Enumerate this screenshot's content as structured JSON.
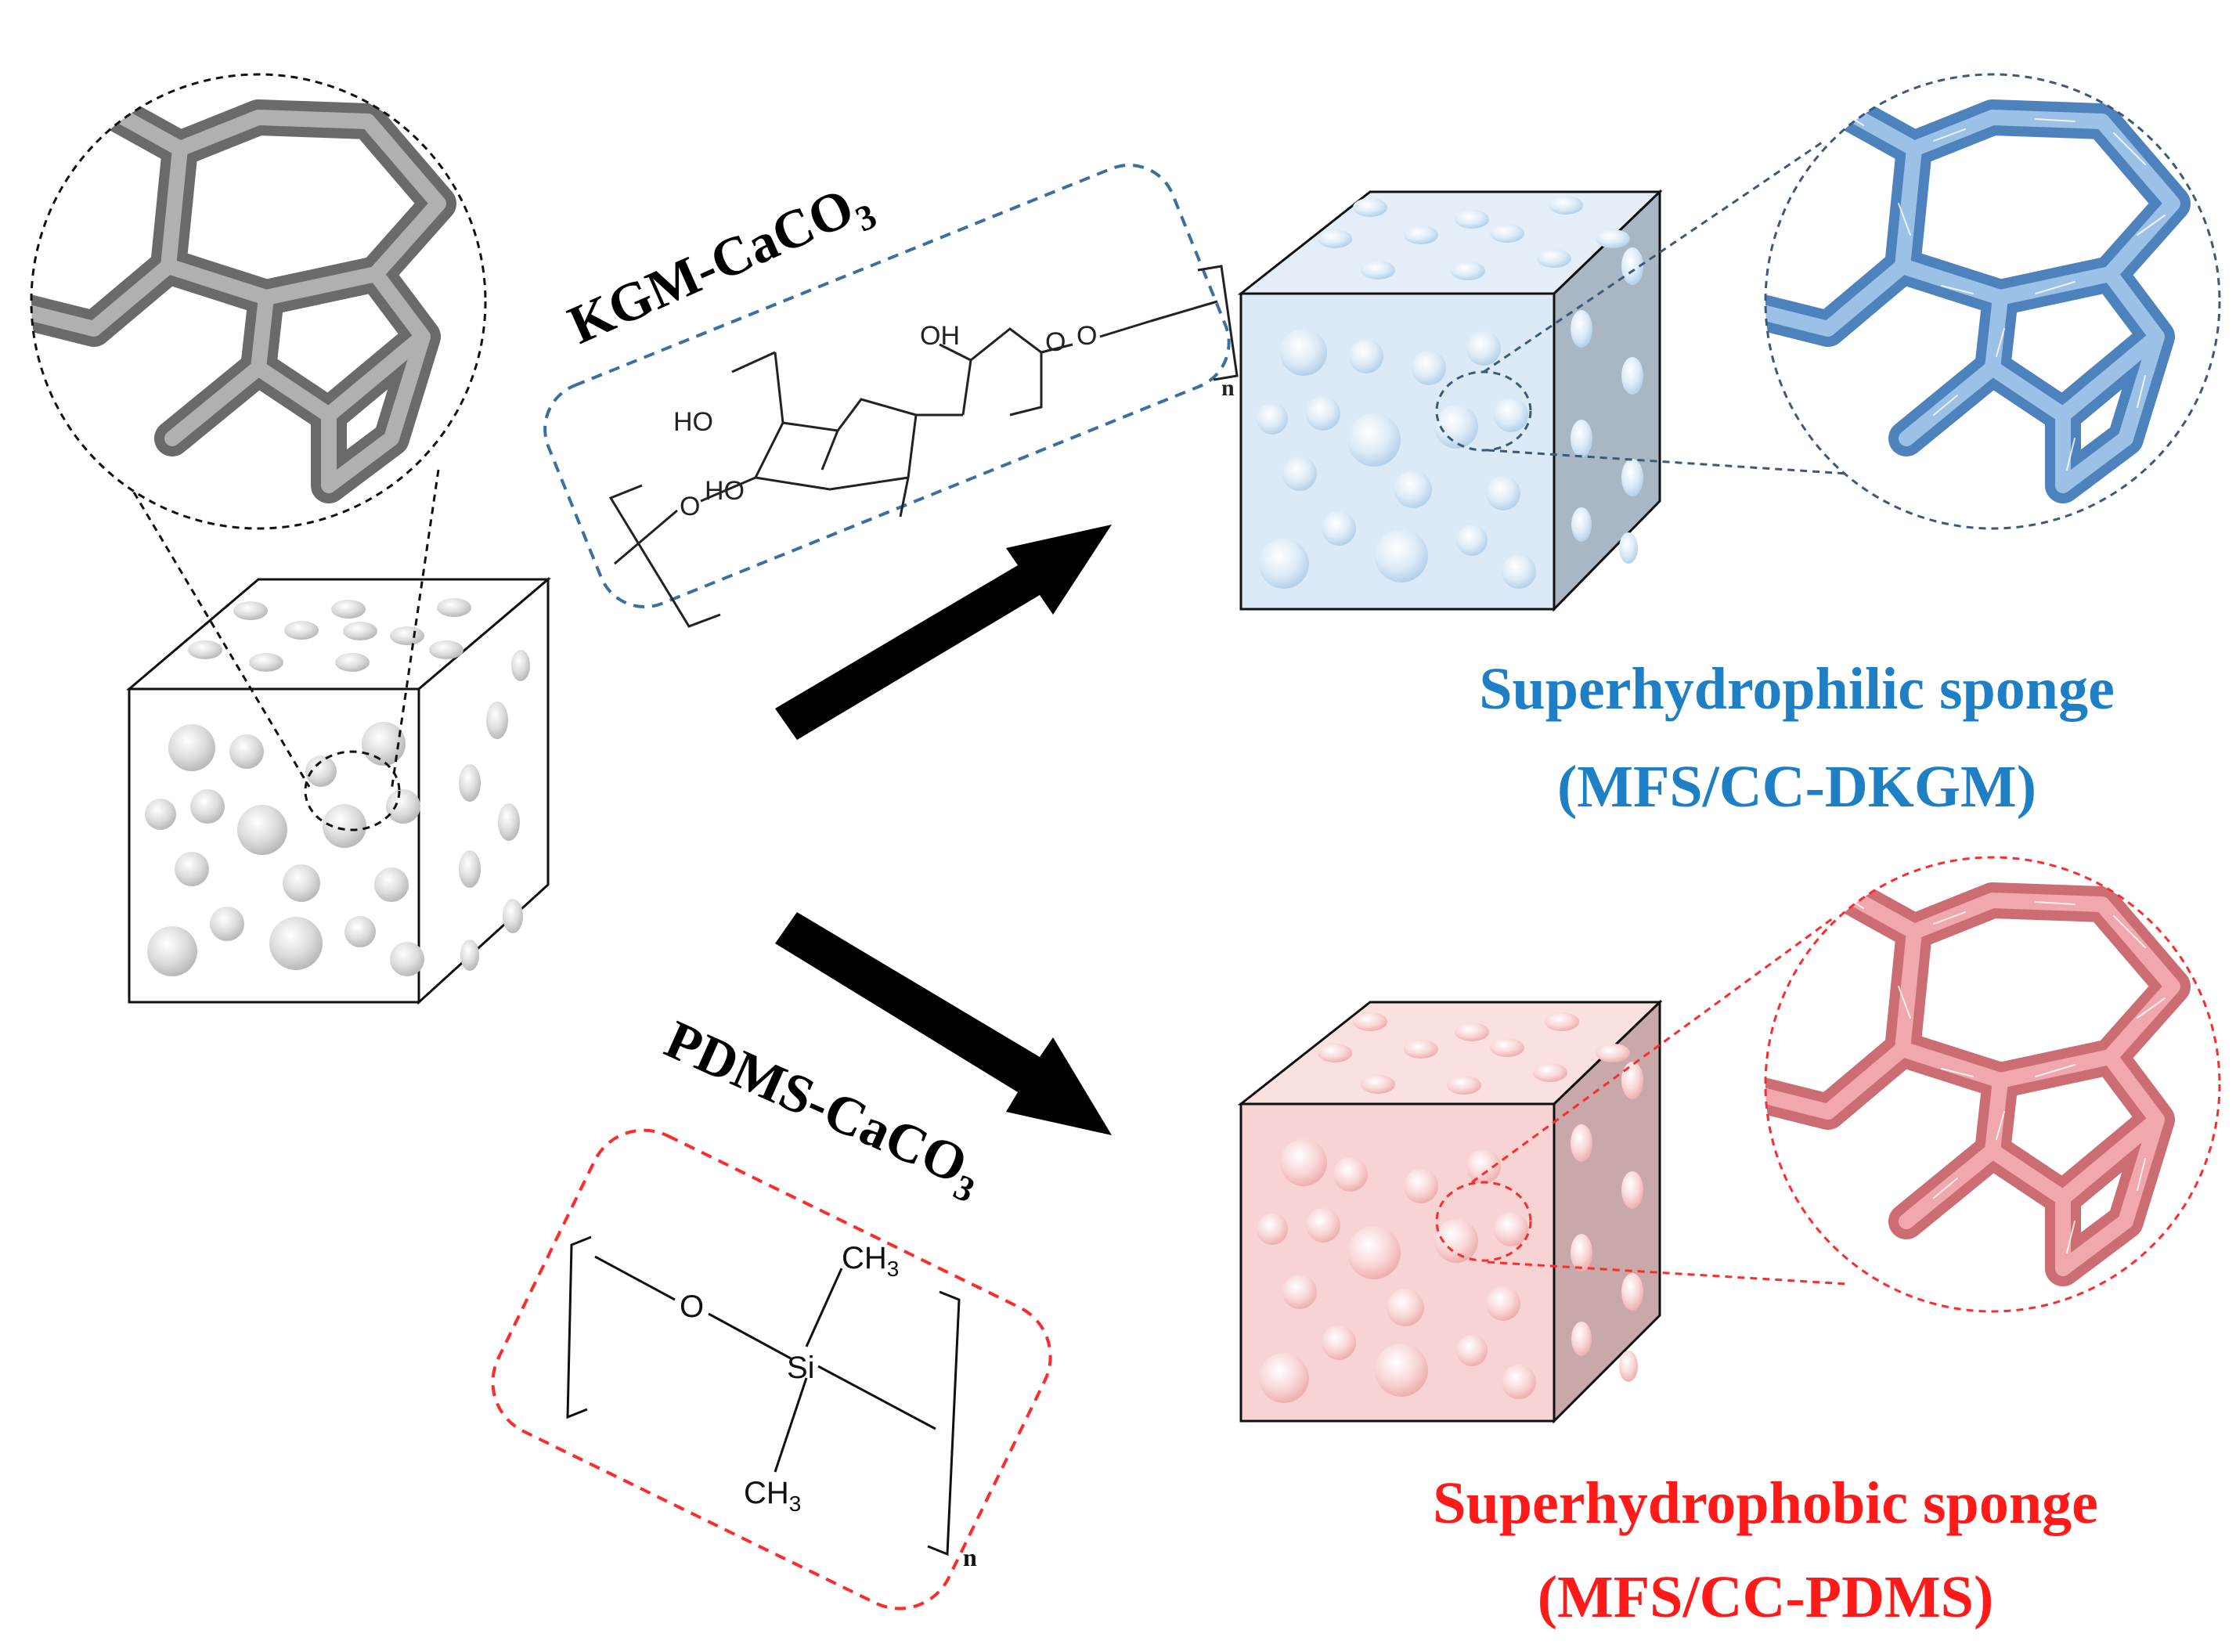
{
  "colors": {
    "hydrophilic": "#1f7fc4",
    "hydrophobic": "#ff1a1a",
    "arrow": "#000000",
    "box_blue_dash": "#3b6fa0",
    "box_red_dash": "#ff2a2a"
  },
  "reagents": {
    "top": {
      "name": "KGM-CaCO",
      "subscript": "3"
    },
    "bottom": {
      "name": "PDMS-CaCO",
      "subscript": "3"
    }
  },
  "kgm_structure": {
    "atoms": {
      "oh": "OH",
      "ho_top": "HO",
      "ho_bottom": "HO",
      "o_link_left": "O",
      "o_ring": "O",
      "o_link_right": "O"
    },
    "repeat": "n"
  },
  "pdms_structure": {
    "atoms": {
      "o": "O",
      "si": "Si",
      "ch3_top": "CH",
      "ch3_top_sub": "3",
      "ch3_bottom": "CH",
      "ch3_bottom_sub": "3"
    },
    "repeat": "n"
  },
  "products": {
    "hydrophilic": {
      "line1": "Superhydrophilic sponge",
      "line2": "(MFS/CC-DKGM)"
    },
    "hydrophobic": {
      "line1": "Superhydrophobic sponge",
      "line2": "(MFS/CC-PDMS)"
    }
  }
}
